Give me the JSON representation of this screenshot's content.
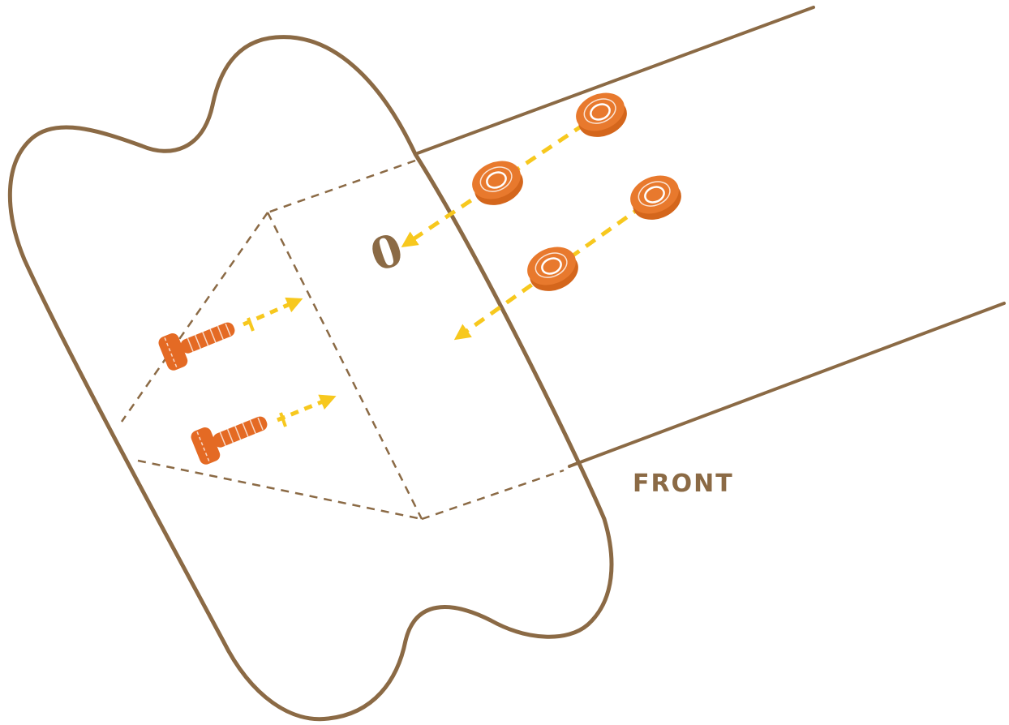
{
  "labels": {
    "front": "FRONT",
    "hole_mark": "0"
  },
  "colors": {
    "outline": "#8b6a45",
    "arrow": "#f7c81e",
    "part": "#e8792d",
    "part_dark": "#d4661c",
    "screw": "#e46a24"
  },
  "icons": {
    "washer": "washer-icon",
    "screw": "screw-icon",
    "arrow": "arrow-icon"
  },
  "parts": {
    "washer_count": 4,
    "screw_count": 2
  }
}
